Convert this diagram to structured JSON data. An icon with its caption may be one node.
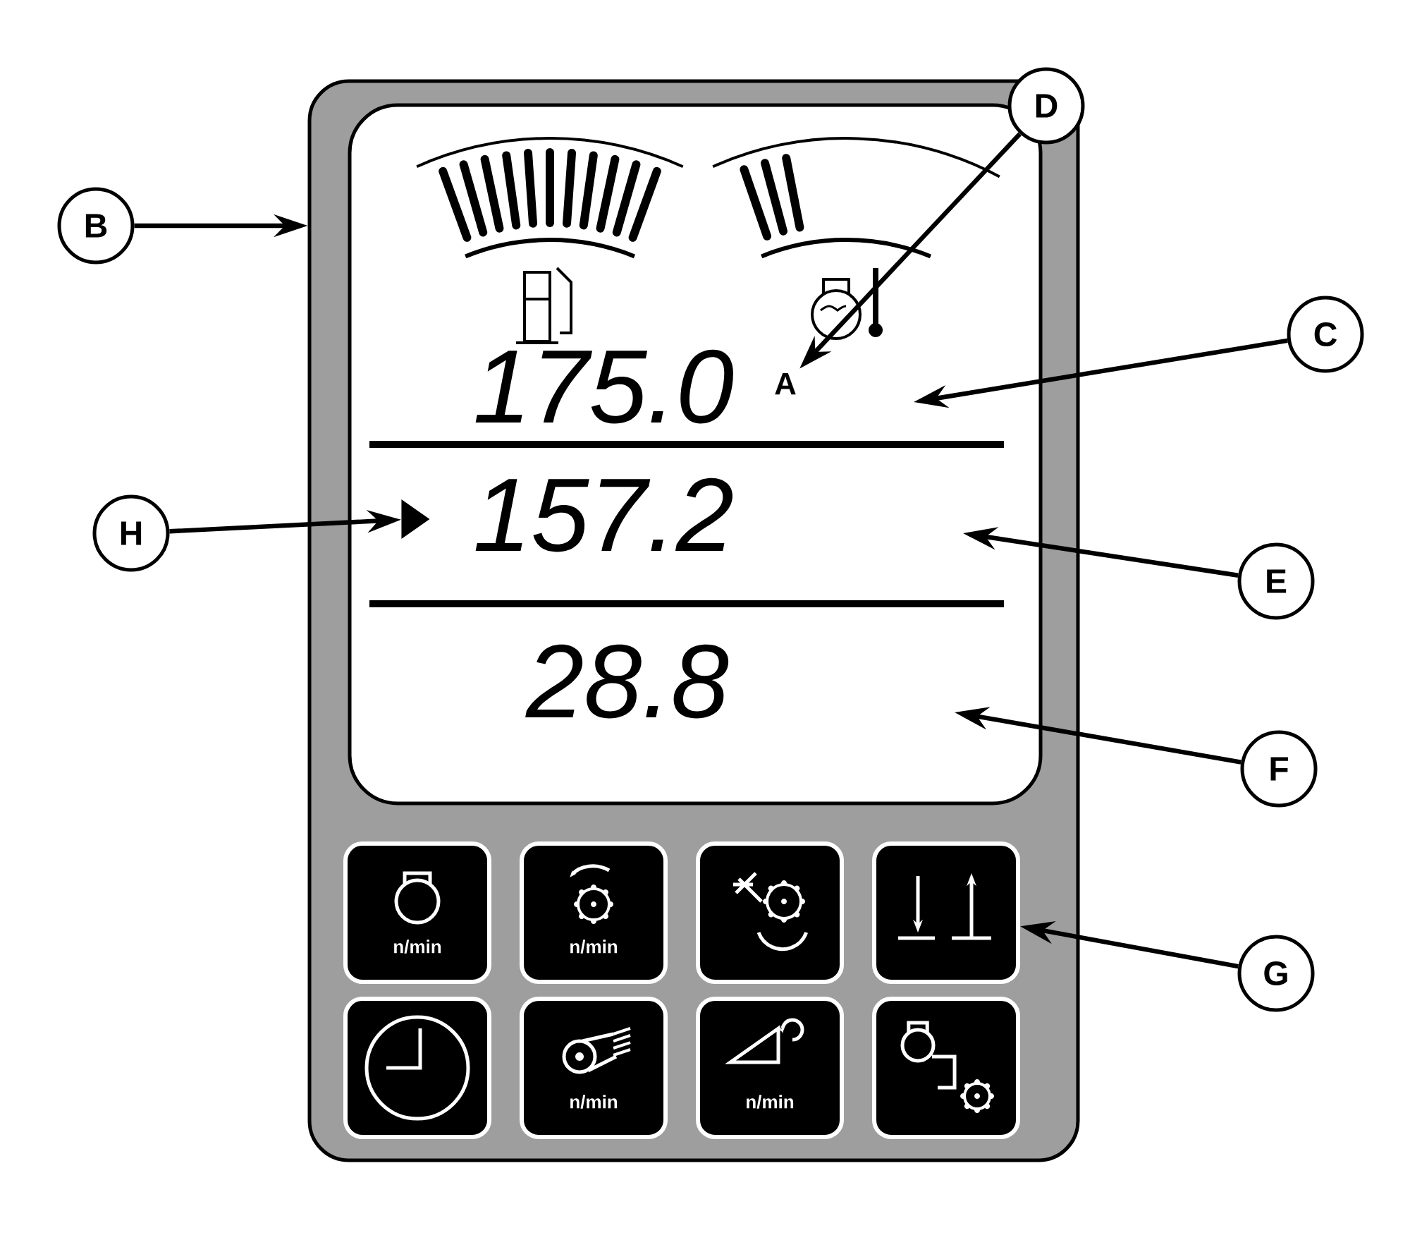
{
  "diagram": {
    "nodes": [
      {
        "text": [],
        "shape": "box"
      },
      {
        "text": [],
        "shape": "box",
        "in": 0
      },
      {
        "text": [
          "175.0"
        ],
        "in": 1
      },
      {
        "text": [
          "A"
        ],
        "in": 1
      },
      {
        "text": [
          "157.2"
        ],
        "in": 1
      },
      {
        "text": [
          "28.8"
        ],
        "in": 1
      },
      {
        "text": [],
        "shape": "triangle",
        "in": 1
      },
      {
        "text": [
          "n/min"
        ],
        "in": 0
      },
      {
        "text": [
          "n/min"
        ],
        "in": 0
      },
      {
        "text": [],
        "shape": "box",
        "in": 0
      },
      {
        "text": [],
        "shape": "box",
        "in": 0
      },
      {
        "text": [],
        "shape": "box",
        "in": 0
      },
      {
        "text": [
          "n/min"
        ],
        "in": 0
      },
      {
        "text": [
          "n/min"
        ],
        "in": 0
      },
      {
        "text": [],
        "shape": "box",
        "in": 0
      },
      {
        "text": [
          "D"
        ]
      },
      {
        "text": [
          "B"
        ]
      },
      {
        "text": [
          "C"
        ]
      },
      {
        "text": [
          "H"
        ]
      },
      {
        "text": [
          "E"
        ]
      },
      {
        "text": [
          "F"
        ]
      },
      {
        "text": [
          "G"
        ]
      }
    ],
    "edges": [
      {
        "from": 15,
        "to": 3,
        "arrow": "to"
      },
      {
        "from": 16,
        "to": 0,
        "arrow": "to"
      },
      {
        "from": 17,
        "to": null,
        "arrow": "to"
      },
      {
        "from": 18,
        "to": 6,
        "arrow": "to"
      },
      {
        "from": 19,
        "to": null,
        "arrow": "to"
      },
      {
        "from": 20,
        "to": null,
        "arrow": "to"
      },
      {
        "from": 21,
        "to": 10,
        "arrow": "to"
      }
    ]
  }
}
